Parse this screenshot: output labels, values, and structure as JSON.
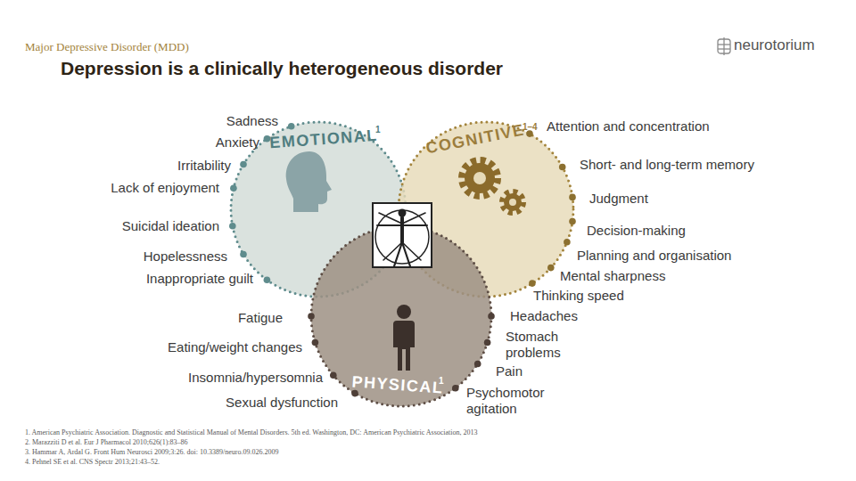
{
  "diagram": {
    "title": "Depression is a clinically heterogeneous disorder",
    "nodes": [
      {
        "text": [
          "EMOTIONAL",
          "1",
          "Sadness",
          "Anxiety",
          "Irritability",
          "Lack of enjoyment",
          "Suicidal ideation",
          "Hopelessness",
          "Inappropriate guilt"
        ]
      },
      {
        "text": [
          "COGNITIVE",
          "1–4",
          "Attention and concentration",
          "Short- and long-term memory",
          "Judgment",
          "Decision-making",
          "Planning and organisation",
          "Mental sharpness",
          "Thinking speed"
        ]
      },
      {
        "text": [
          "PHYSICAL",
          "1",
          "Fatigue",
          "Eating/weight changes",
          "Insomnia/hypersomnia",
          "Sexual dysfunction",
          "Headaches",
          "Stomach problems",
          "Pain",
          "Psychomotor agitation"
        ]
      }
    ],
    "labels": [
      "Major Depressive Disorder (MDD)",
      "neurotorium",
      "1. American Psychiatric Association. Diagnostic and Statistical Manual of Mental Disorders. 5th ed. Washington, DC: American Psychiatric Association, 2013",
      "2. Marazziti D et al. Eur J Pharmacol 2010;626(1):83–86",
      "3. Hammar A, Ardal G. Front Hum Neurosci 2009;3:26. doi: 10.3389/neuro.09.026.2009",
      "4. Pehnel SE et al. CNS Spectr 2013;21:43–52."
    ]
  }
}
